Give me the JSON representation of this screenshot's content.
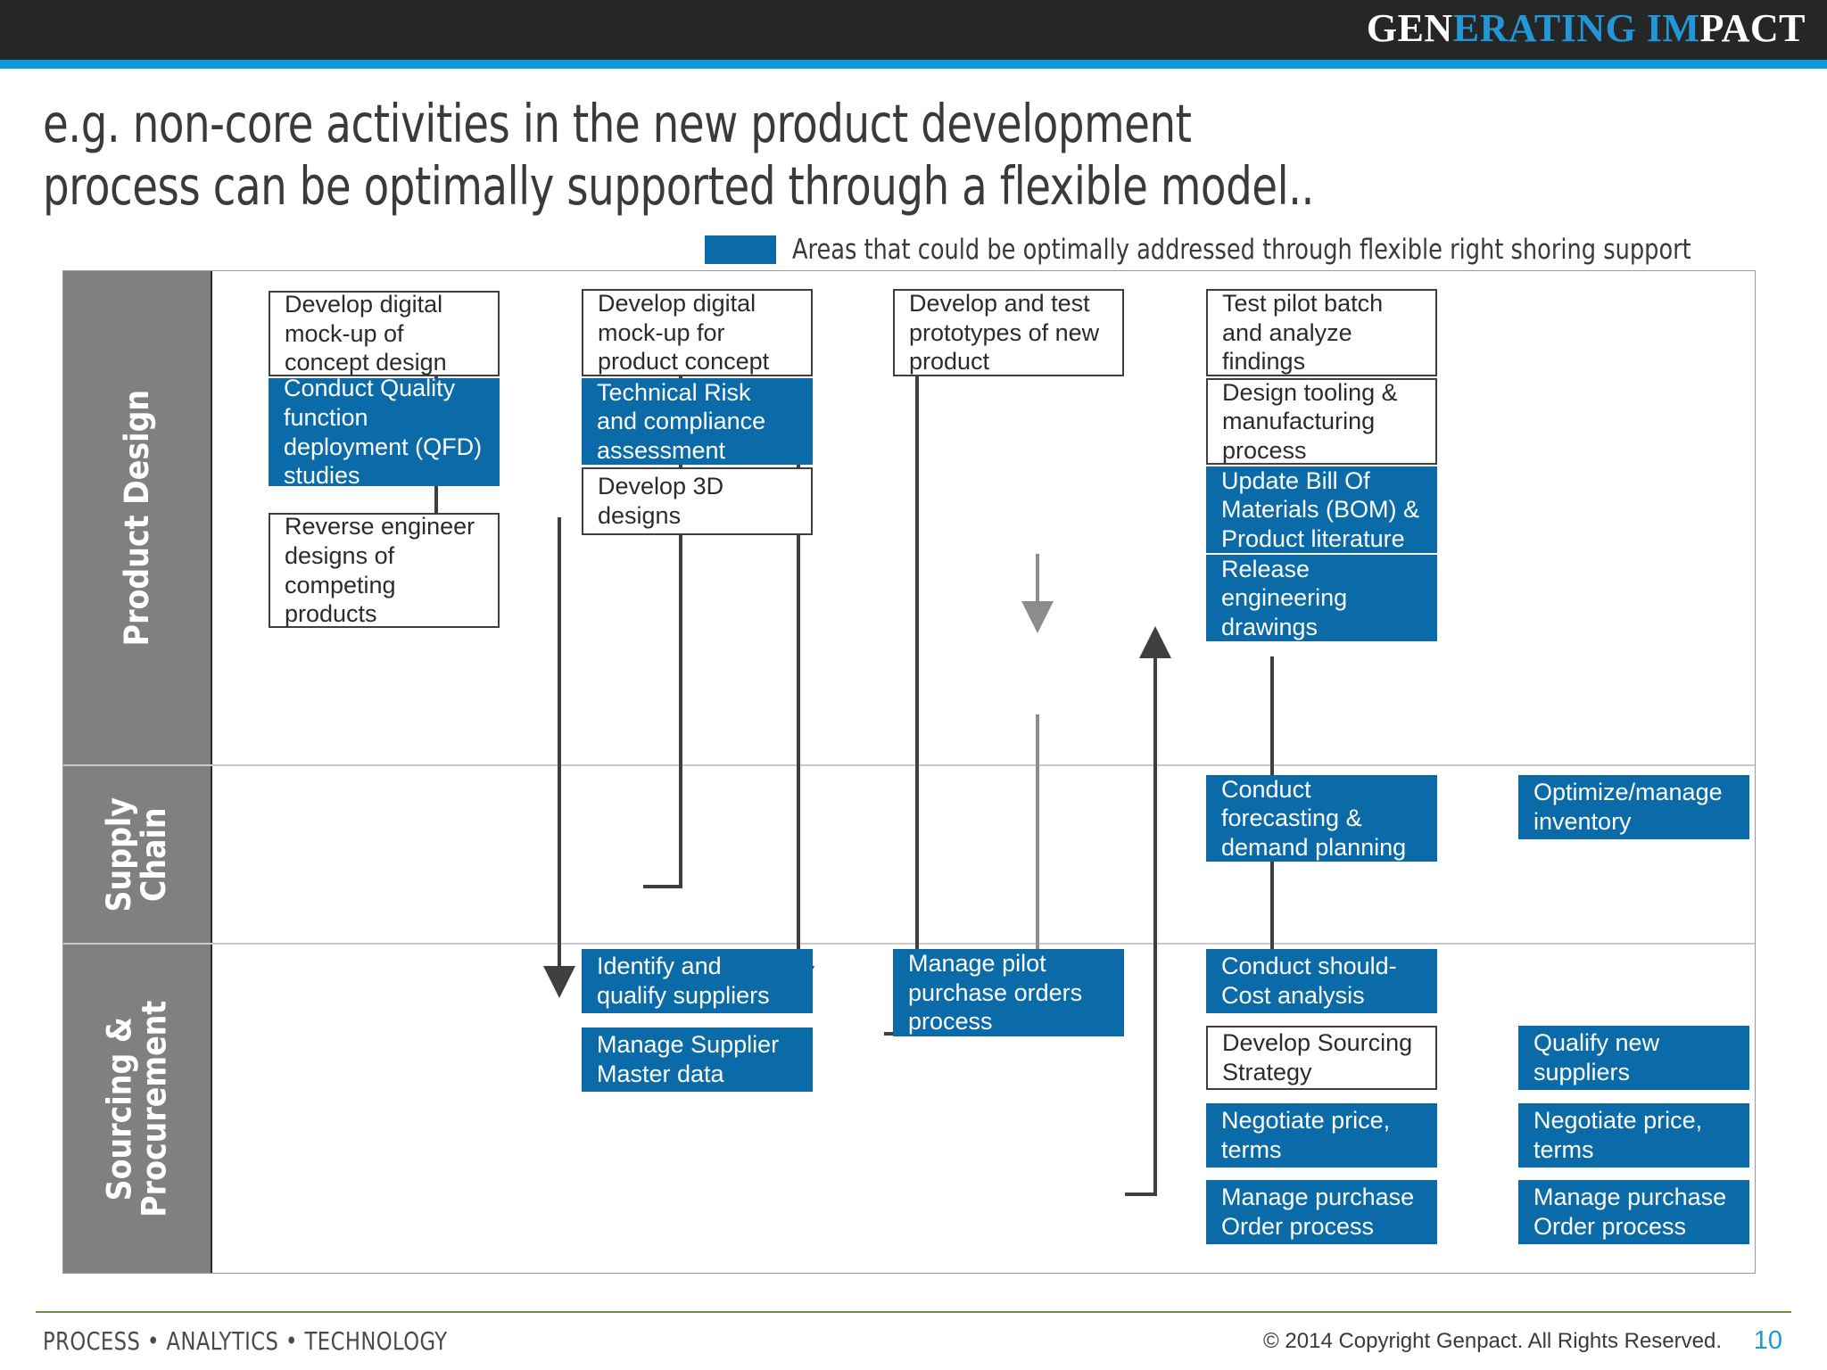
{
  "header": {
    "brand_part1": "GEN",
    "brand_part2": "ERATING",
    "brand_part3": " IM",
    "brand_part4": "PACT",
    "bar_color": "#262626",
    "accent_color": "#0e9ad8"
  },
  "title": {
    "line1": "e.g. non-core activities in the new product development",
    "line2": "process can be optimally supported through a flexible model.."
  },
  "legend": {
    "swatch_color": "#0B6BA8",
    "text": "Areas that could be optimally addressed through flexible right shoring support"
  },
  "diagram": {
    "rows": [
      {
        "id": "product-design",
        "label": "Product Design"
      },
      {
        "id": "supply-chain",
        "label_line1": "Supply",
        "label_line2": "Chain"
      },
      {
        "id": "sourcing-procurement",
        "label_line1": "Sourcing &",
        "label_line2": "Procurement"
      }
    ],
    "boxes": {
      "c1b1": "Develop digital mock-up of concept design",
      "c1b2": "Conduct Quality function deployment (QFD) studies",
      "c1b3": "Reverse engineer designs of competing products",
      "c2b1": "Develop digital mock-up for product concept",
      "c2b2": "Technical Risk and compliance assessment",
      "c2b3": "Develop 3D designs",
      "c3b1": "Develop and test prototypes of new product",
      "c4b1": "Test pilot batch and analyze findings",
      "c4b2": "Design tooling & manufacturing process",
      "c4b3": "Update Bill Of Materials (BOM) & Product literature",
      "c4b4": "Release engineering drawings",
      "sc1": "Conduct forecasting & demand planning",
      "sc2": "Optimize/manage inventory",
      "sp_c2b1": "Identify and qualify suppliers",
      "sp_c2b2": "Manage Supplier Master data",
      "sp_c3b1": "Manage pilot purchase orders process",
      "sp_c4b1": "Conduct should-Cost analysis",
      "sp_c4b2": "Develop Sourcing Strategy",
      "sp_c4b3": "Negotiate price, terms",
      "sp_c4b4": "Manage purchase Order process",
      "sp_c5b1": "Qualify new suppliers",
      "sp_c5b2": "Negotiate price, terms",
      "sp_c5b3": "Manage purchase Order process"
    }
  },
  "footer": {
    "tagline": "PROCESS • ANALYTICS • TECHNOLOGY",
    "copyright": "© 2014 Copyright Genpact. All Rights Reserved.",
    "page_number": "10",
    "rule_color": "#6f8f3f"
  }
}
